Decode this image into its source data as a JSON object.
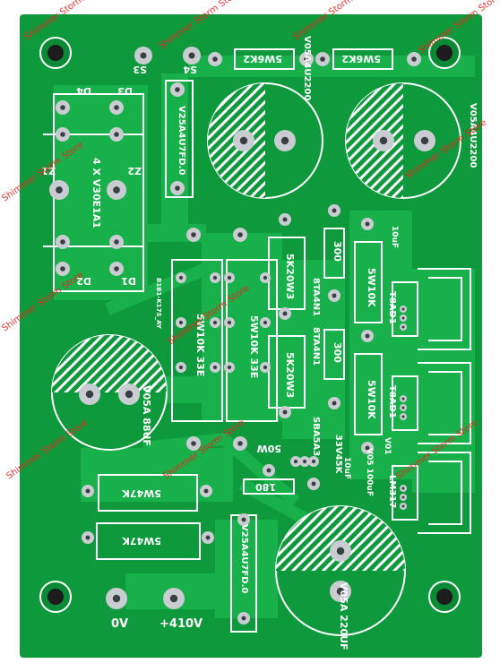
{
  "board": {
    "silk_labels": {
      "s3": "S3",
      "s4": "S4",
      "d4": "D4",
      "d3": "D3",
      "d2": "D2",
      "d1": "D1",
      "z1": "Z1",
      "z2": "Z2",
      "bridge": "4 X V30E1A1",
      "cap_left": "V25A4U7FD.0",
      "cap_top_l": "V05A4U2200",
      "cap_top_r": "V05A4U2200",
      "res_top_1": "5W6K2",
      "res_top_2": "5W6K2",
      "res_mid_1": "5W10K 33E",
      "res_mid_2": "5W10K 33E",
      "res_m1": "5K20W3",
      "res_m2": "5K20W3",
      "res_v1": "300",
      "res_v2": "300",
      "res_v3": "5W10K",
      "res_v4": "5W10K",
      "diode_1": "8TA4N1",
      "diode_2": "8TA4N1",
      "cap_big_left": "V05A 88UF",
      "res_bottom_1": "5W47K",
      "res_bottom_2": "5W47K",
      "cap_bottom": "V25A4U7FD.0",
      "cap_big_bottom": "V05A 220UF",
      "res_180": "180",
      "res_50w": "50W",
      "tr_1": "T8AD1",
      "tr_2": "T8AD1",
      "tr_3": "LM317",
      "v_label": "V01",
      "vr_label": "SBA5A3",
      "sub_label": "33V45K",
      "small_1": "10uF",
      "small_2": "10uF",
      "small_3": "V05 100uF",
      "tiny_code": "B1B1-K17S_AY",
      "terminal_0v": "0V",
      "terminal_410v": "+410V"
    },
    "watermarks": [
      "Shimmer Storm Store",
      "Shimmer Storm Store",
      "Shimmer Storm Store",
      "Shimmer Storm Store",
      "Shimmer Storm Store",
      "Shimmer Storm Store",
      "Shimmer Storm Store",
      "Shimmer Storm Store",
      "Shimmer Storm Store",
      "Shimmer Storm Store",
      "Shimmer Storm Store"
    ],
    "colors": {
      "board": "#0e9a3c",
      "board_dark": "#0a7f30",
      "copper": "#16b24a",
      "pad": "#c9ccd0",
      "hole": "#3a3f44",
      "silk": "#ffffff",
      "watermark": "#ff1a1a"
    }
  }
}
